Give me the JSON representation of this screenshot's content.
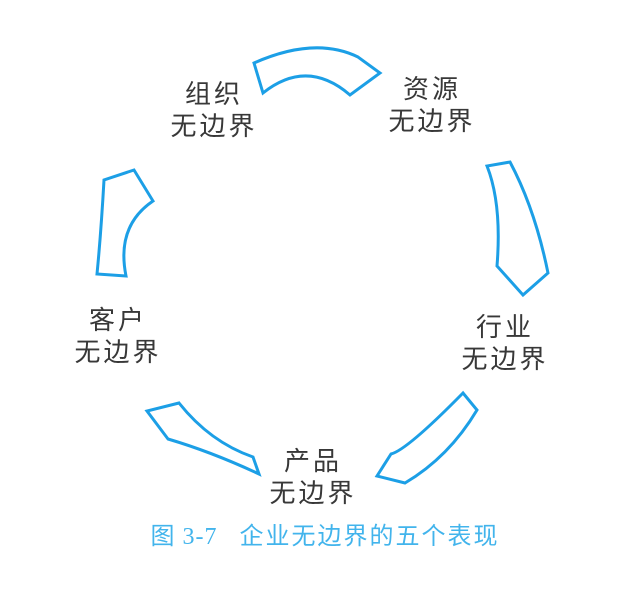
{
  "figure": {
    "caption": {
      "label": "图 3-7",
      "title": "企业无边界的五个表现"
    },
    "nodes": {
      "organization": {
        "line1": "组织",
        "line2": "无边界"
      },
      "resources": {
        "line1": "资源",
        "line2": "无边界"
      },
      "industry": {
        "line1": "行业",
        "line2": "无边界"
      },
      "customer": {
        "line1": "客户",
        "line2": "无边界"
      },
      "product": {
        "line1": "产品",
        "line2": "无边界"
      }
    },
    "arrows": [
      {
        "from": "organization",
        "to": "resources"
      },
      {
        "from": "resources",
        "to": "industry"
      },
      {
        "from": "industry",
        "to": "product"
      },
      {
        "from": "product",
        "to": "customer"
      },
      {
        "from": "customer",
        "to": "organization"
      }
    ],
    "colors": {
      "arrow": "#1C9FE6",
      "caption": "#42B4EC",
      "label": "#383838",
      "background": "#FFFFFF"
    }
  }
}
